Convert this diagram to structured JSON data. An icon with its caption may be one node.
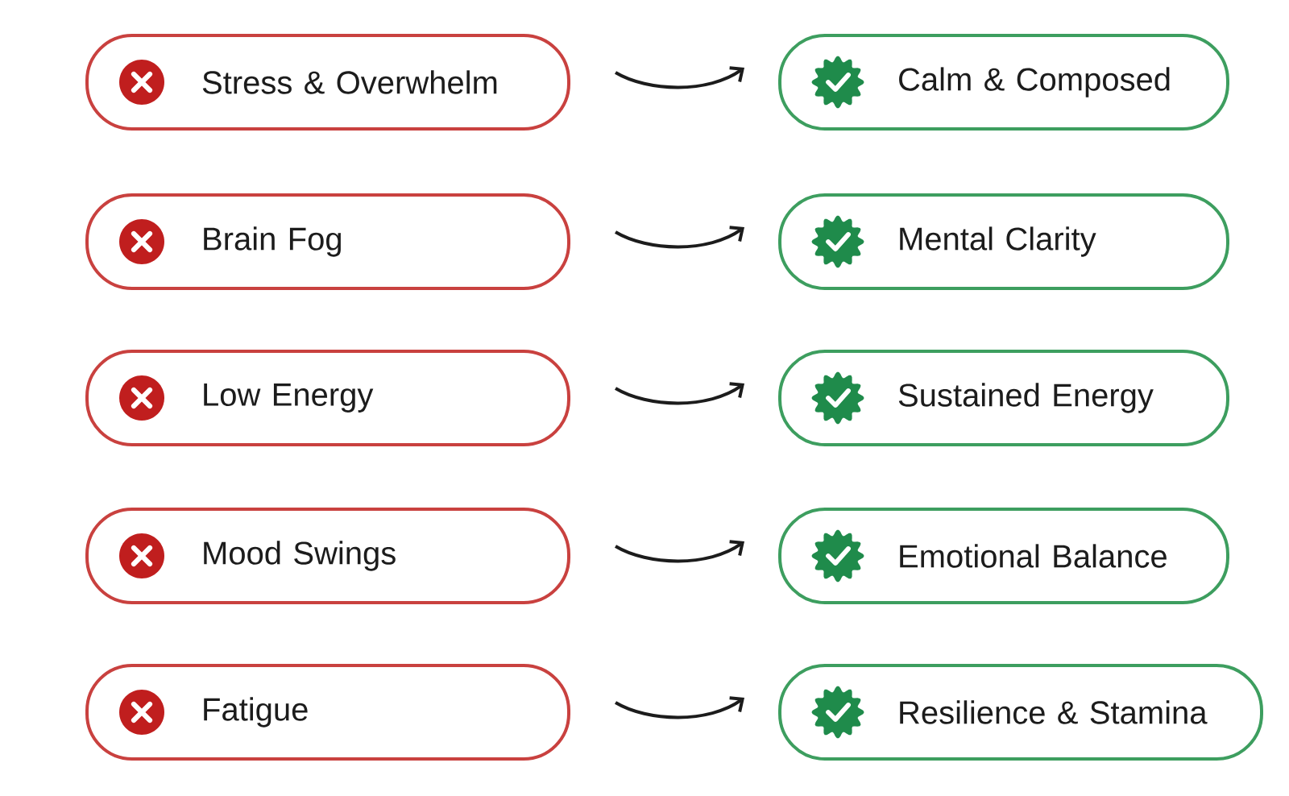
{
  "diagram": {
    "nodes": [
      {
        "text": [
          "Stress & Overwhelm"
        ]
      },
      {
        "text": [
          "Calm & Composed"
        ]
      },
      {
        "text": [
          "Brain Fog"
        ]
      },
      {
        "text": [
          "Mental Clarity"
        ]
      },
      {
        "text": [
          "Low Energy"
        ]
      },
      {
        "text": [
          "Sustained Energy"
        ]
      },
      {
        "text": [
          "Mood Swings"
        ]
      },
      {
        "text": [
          "Emotional Balance"
        ]
      },
      {
        "text": [
          "Fatigue"
        ]
      },
      {
        "text": [
          "Resilience & Stamina"
        ]
      }
    ],
    "edges": [
      {
        "from": 0,
        "to": 1,
        "arrow": "to"
      },
      {
        "from": 2,
        "to": 3,
        "arrow": "to"
      },
      {
        "from": 4,
        "to": 5,
        "arrow": "to"
      },
      {
        "from": 6,
        "to": 7,
        "arrow": "to"
      },
      {
        "from": 8,
        "to": 9,
        "arrow": "to"
      }
    ]
  }
}
